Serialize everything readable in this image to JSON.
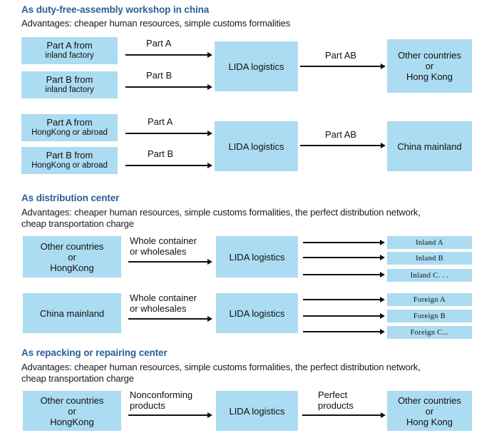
{
  "diagram": {
    "title_color": "#2C5E96",
    "box_color": "#ACDCF2",
    "sections": [
      {
        "id": "duty-free-assembly",
        "title": "As duty-free-assembly workshop in china",
        "advantages": "Advantages: cheaper human resources, simple  customs formalities",
        "nodes": {
          "src1_l1": "Part A from",
          "src1_l2": "inland factory",
          "src2_l1": "Part B from",
          "src2_l2": "inland factory",
          "hub": "LIDA logistics",
          "dest_l1": "Other countries",
          "dest_l2": "or",
          "dest_l3": "Hong Kong"
        },
        "arrows": {
          "a1": "Part A",
          "a2": "Part B",
          "a3": "Part AB"
        }
      },
      {
        "id": "duty-free-assembly-2",
        "nodes": {
          "src1_l1": "Part A from",
          "src1_l2": "HongKong or abroad",
          "src2_l1": "Part B from",
          "src2_l2": "HongKong or abroad",
          "hub": "LIDA logistics",
          "dest": "China mainland"
        },
        "arrows": {
          "a1": "Part A",
          "a2": "Part B",
          "a3": "Part AB"
        }
      },
      {
        "id": "distribution-center",
        "title": "As distribution center",
        "advantages_line1": "Advantages: cheaper human resources, simple  customs formalities, the perfect distribution network,",
        "advantages_line2": "cheap transportation charge",
        "row1": {
          "src_l1": "Other  countries",
          "src_l2": "or",
          "src_l3": "HongKong",
          "hub": "LIDA logistics",
          "arrow_in": "Whole container\nor wholesales",
          "dests": [
            "Inland  A",
            "Inland B",
            "Inland C. . ."
          ]
        },
        "row2": {
          "src": "China mainland",
          "hub": "LIDA logistics",
          "arrow_in": "Whole container\nor wholesales",
          "dests": [
            "Foreign A",
            "Foreign B",
            "Foreign C..."
          ]
        }
      },
      {
        "id": "repacking-repairing",
        "title": "As repacking or repairing center",
        "advantages_line1": "Advantages: cheaper human resources, simple  customs formalities, the perfect distribution network,",
        "advantages_line2": "cheap transportation charge",
        "nodes": {
          "src_l1": "Other  countries",
          "src_l2": "or",
          "src_l3": "HongKong",
          "hub": "LIDA logistics",
          "dest_l1": "Other countries",
          "dest_l2": "or",
          "dest_l3": "Hong Kong"
        },
        "arrows": {
          "a1": "Nonconforming\nproducts",
          "a2": "Perfect\nproducts"
        }
      }
    ]
  }
}
